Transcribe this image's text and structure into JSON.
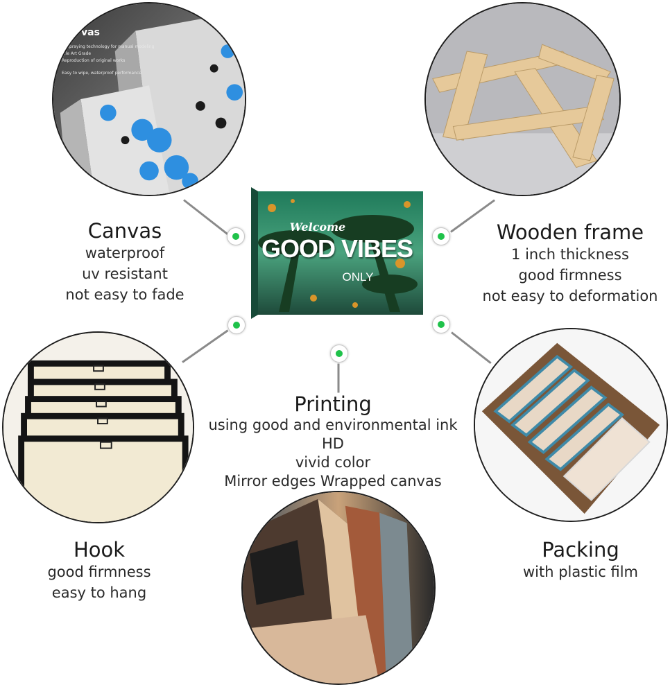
{
  "canvas": {
    "title": "Canvas",
    "lines": [
      "waterproof",
      "uv resistant",
      "not easy to fade"
    ],
    "photo_caption": "vas",
    "photo_lines": [
      "...-spraying technology for manual modeling",
      "...le Art Grade",
      "Reproduction of original works",
      "Easy to wipe, waterproof performance"
    ]
  },
  "frame": {
    "title": "Wooden frame",
    "lines": [
      "1 inch thickness",
      "good firmness",
      "not easy to deformation"
    ]
  },
  "printing": {
    "title": "Printing",
    "lines": [
      "using good and environmental ink",
      "HD",
      "vivid color",
      "Mirror edges Wrapped canvas"
    ]
  },
  "hook": {
    "title": "Hook",
    "lines": [
      "good firmness",
      "easy to hang"
    ]
  },
  "packing": {
    "title": "Packing",
    "lines": [
      "with plastic film"
    ]
  },
  "product": {
    "welcome": "Welcome",
    "headline": "GOOD VIBES",
    "subline": "ONLY"
  },
  "colors": {
    "accent_dot": "#1fc24a",
    "connector": "#8a8a8a",
    "circle_border": "#1e1e1e"
  }
}
